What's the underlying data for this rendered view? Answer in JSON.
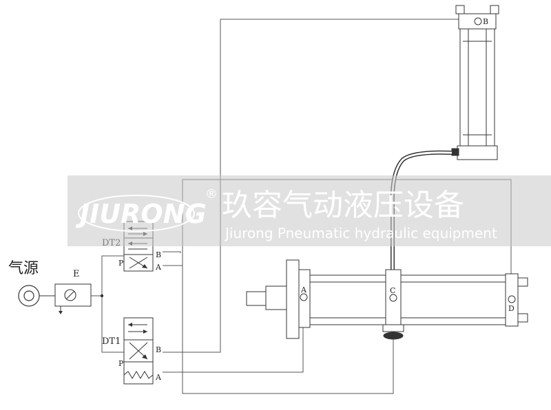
{
  "labels": {
    "air_source": "气源",
    "filter": "E",
    "valve_top": "DT2",
    "valve_bottom": "DT1",
    "port_p": "P",
    "port_a": "A",
    "port_b": "B",
    "booster_top_port": "B",
    "cyl_port_a": "A",
    "cyl_port_c": "C",
    "cyl_port_d": "D"
  },
  "watermark": {
    "brand": "JIURONG",
    "registered": "®",
    "company_cn": "玖容气动液压设备",
    "company_en": "Jiurong Pneumatic hydraulic equipment"
  },
  "colors": {
    "line": "#333333",
    "watermark_band": "#c8c8c8"
  }
}
